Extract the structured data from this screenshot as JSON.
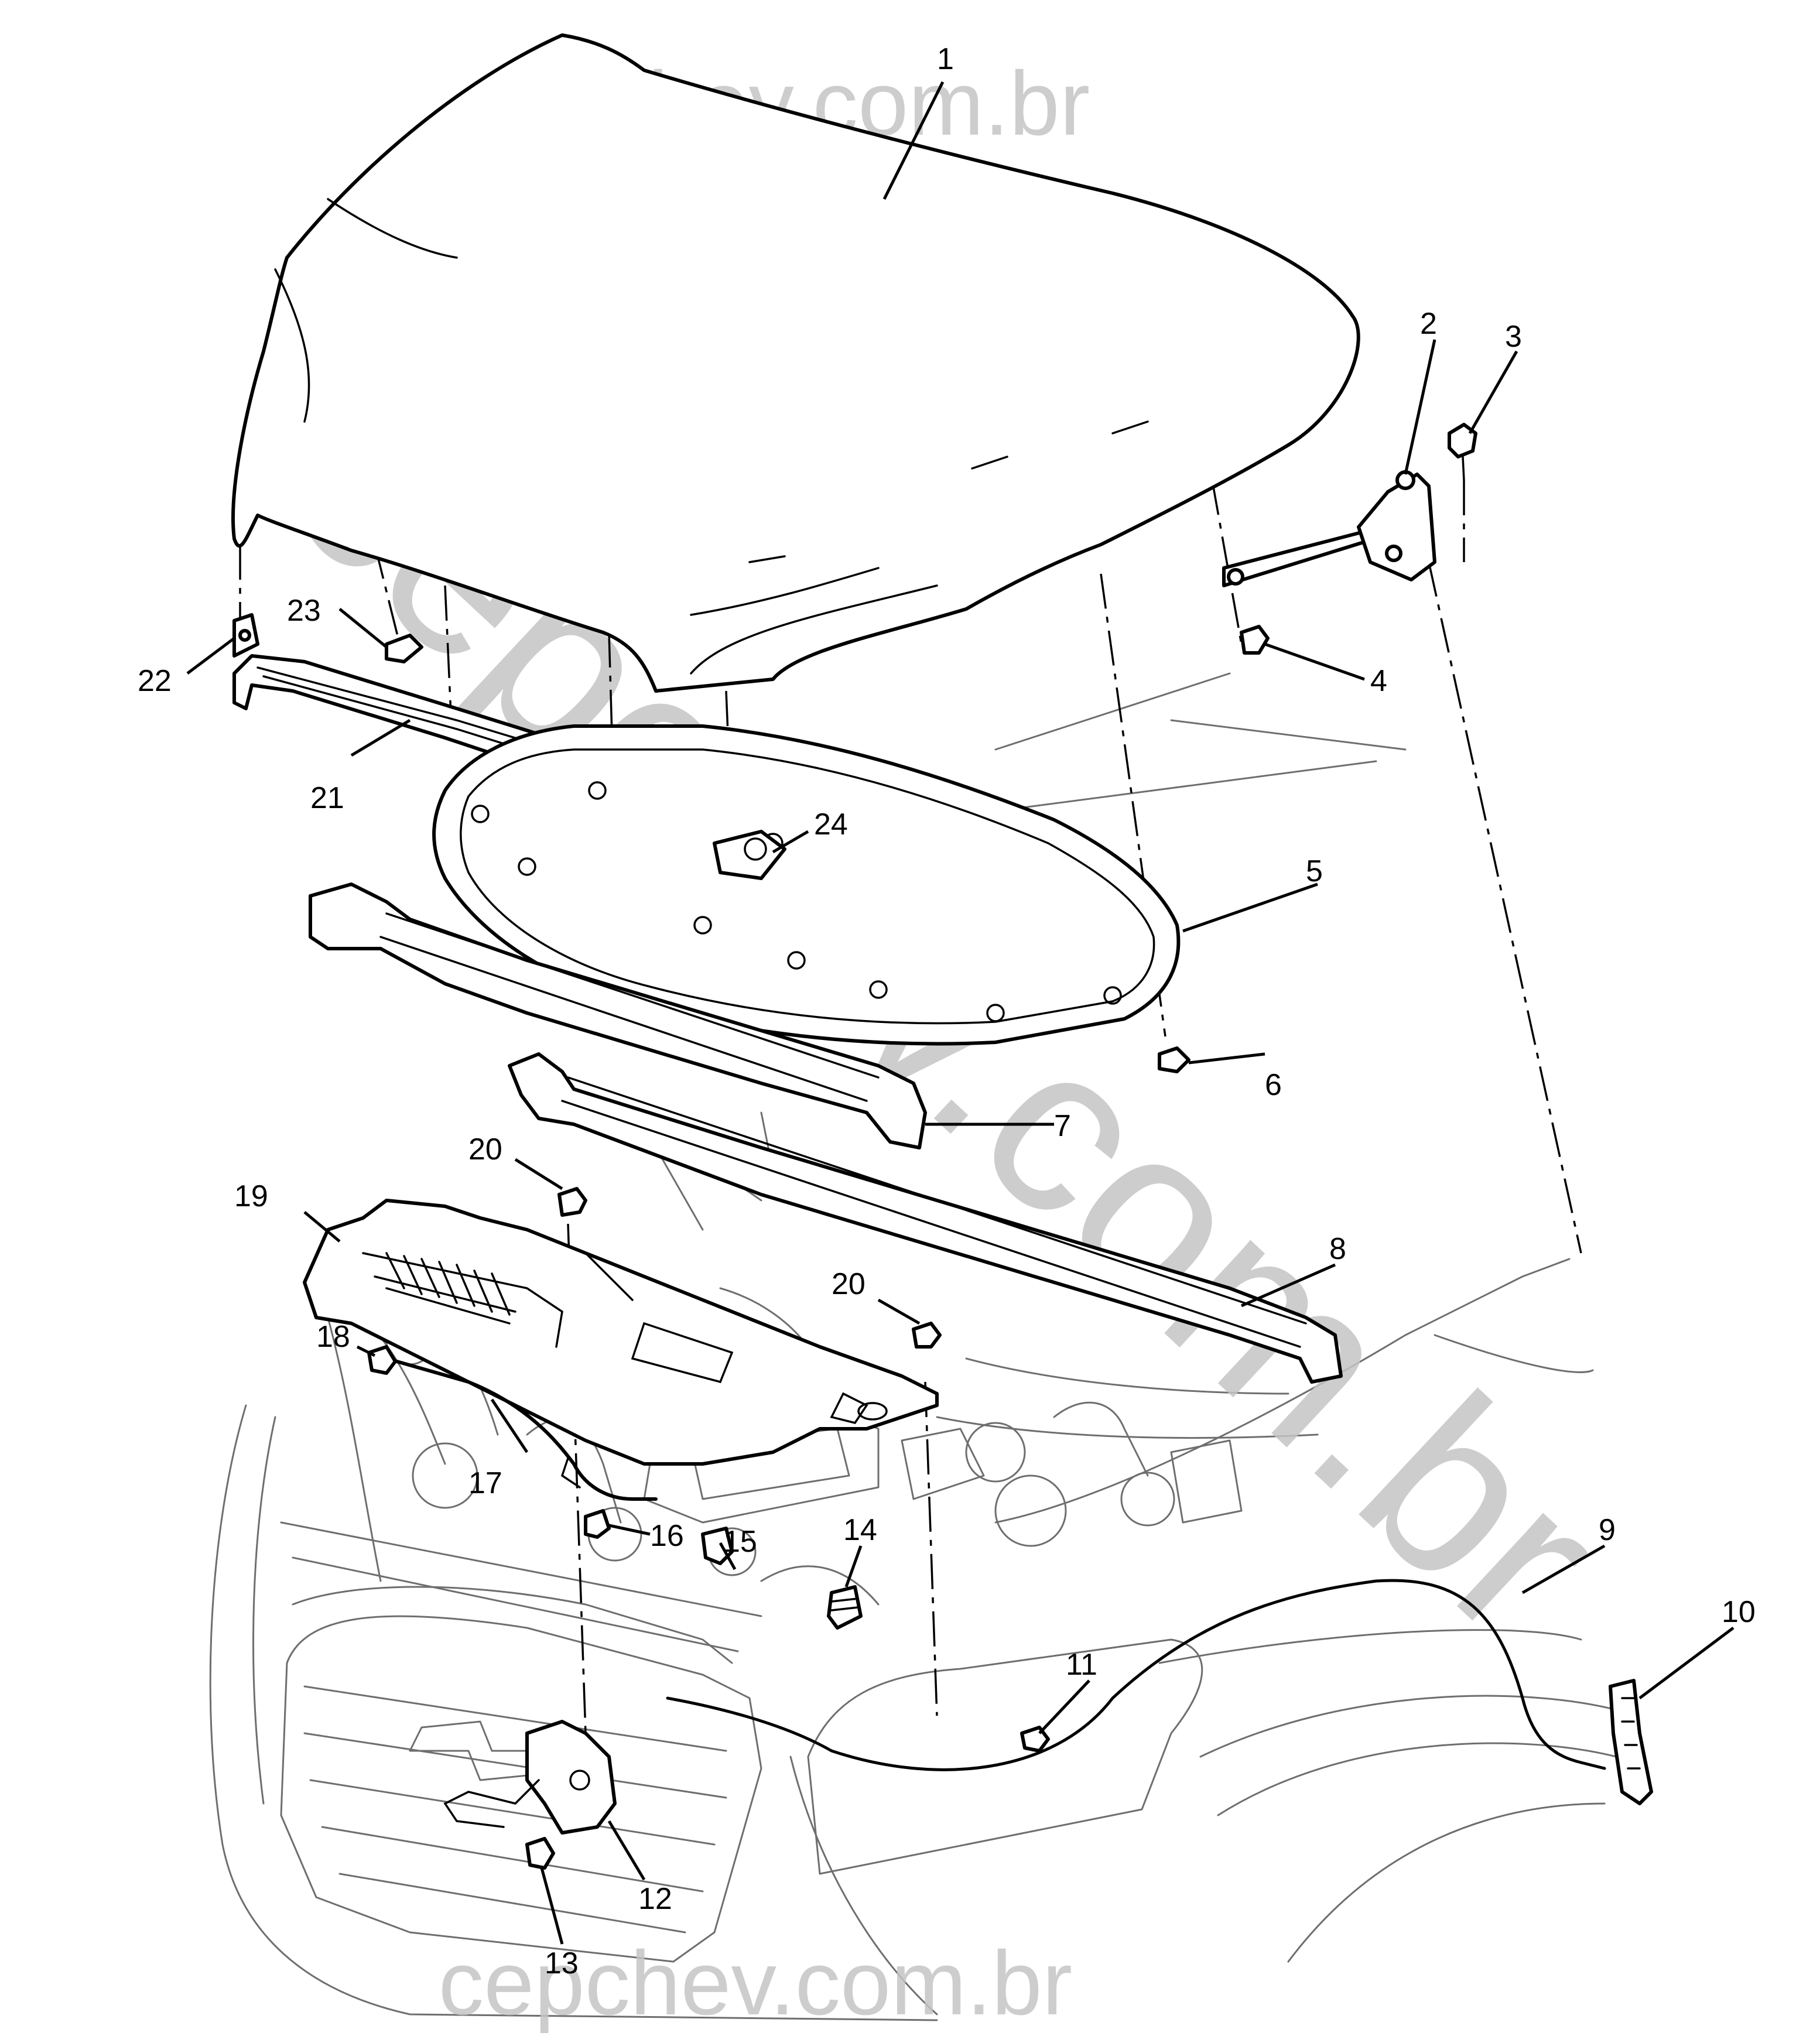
{
  "watermark": {
    "top": "cepchev.com.br",
    "bottom": "cepchev.com.br",
    "diagonal": "cepchev.com.br",
    "color": "#c4c4c4"
  },
  "callouts": [
    "1",
    "2",
    "3",
    "4",
    "5",
    "6",
    "7",
    "8",
    "9",
    "10",
    "11",
    "12",
    "13",
    "14",
    "15",
    "16",
    "17",
    "18",
    "19",
    "20",
    "20",
    "21",
    "22",
    "23",
    "24"
  ]
}
